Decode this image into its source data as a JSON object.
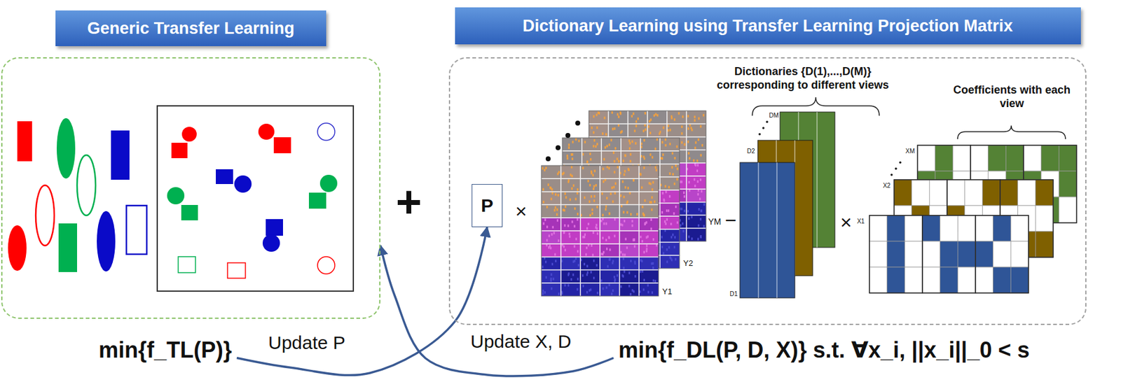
{
  "diagram": {
    "nodes": [
      {
        "text": [
          "Generic Transfer Learning"
        ]
      },
      {
        "text": [
          "Dictionary Learning using Transfer Learning Projection Matrix"
        ]
      },
      {
        "text": [
          "P"
        ],
        "in": 1
      },
      {
        "text": [
          "min{f_TL(P)}"
        ]
      },
      {
        "text": [
          "min{f_DL(P, D, X)} s.t. ∀x_i, ||x_i||_0 < s"
        ]
      }
    ],
    "edges": [
      {
        "from": 3,
        "to": 2,
        "arrow": "to",
        "label": "Update P"
      },
      {
        "from": 4,
        "to": 0,
        "arrow": "to",
        "label": "Update X, D"
      }
    ],
    "labels": [
      "+",
      "×",
      "Y1",
      "Y2",
      "YM",
      "−",
      "D1",
      "D2",
      "DM",
      "Dictionaries {D(1),...,D(M)} corresponding to different views",
      "Coefficients with each view",
      "×",
      "X1",
      "X2",
      "XM"
    ]
  }
}
